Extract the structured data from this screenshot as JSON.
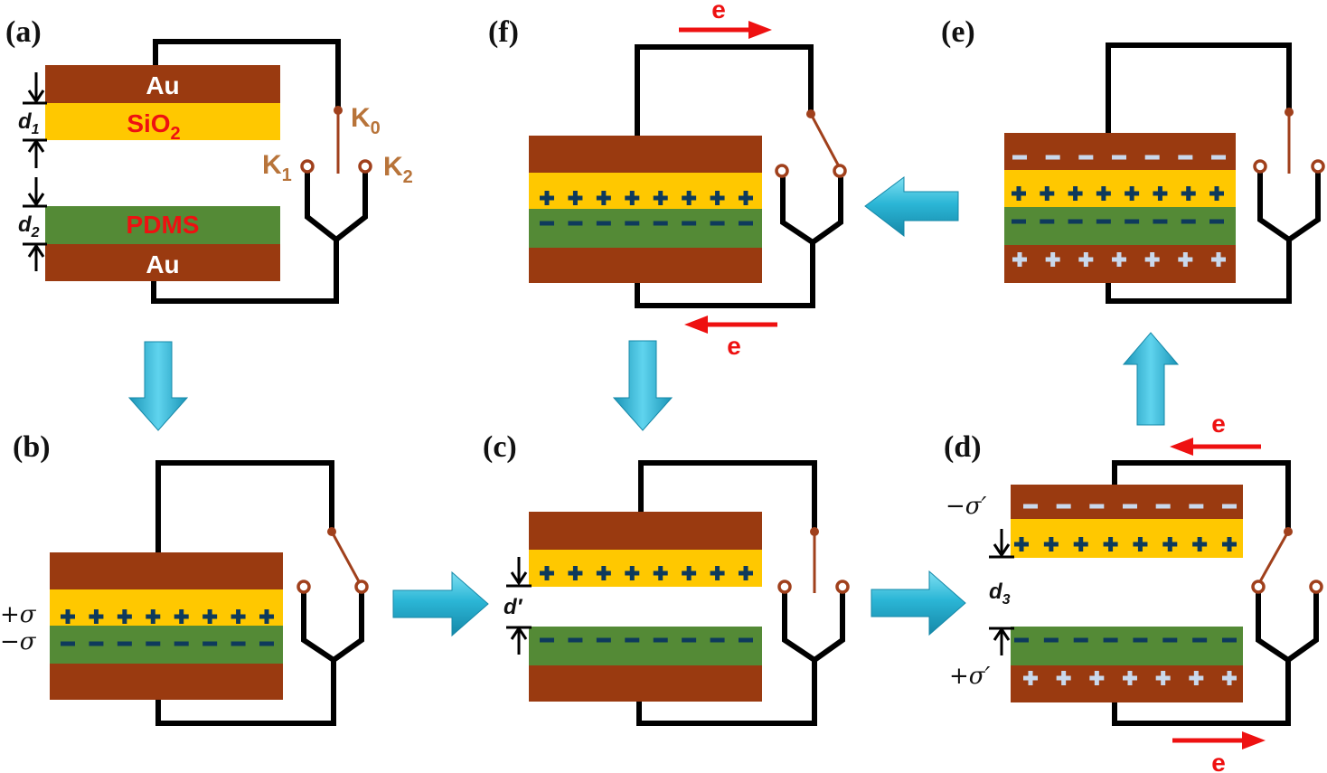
{
  "colors": {
    "gold_electrode": "#9a3a10",
    "sio2": "#ffc800",
    "pdms": "#548a36",
    "charge_dark": "#0e3a5c",
    "charge_light": "#c9d8ec",
    "switch": "#a0401c",
    "electron_arrow": "#ee1111",
    "flow_arrow": "#2bb6d6"
  },
  "panels": {
    "a": {
      "label": "(a)",
      "top_electrode": "Au",
      "top_dielectric": "SiO",
      "top_dielectric_sub": "2",
      "bottom_dielectric": "PDMS",
      "bottom_electrode": "Au",
      "d1": "d",
      "d1_sub": "1",
      "d2": "d",
      "d2_sub": "2",
      "k0": "K",
      "k0_sub": "0",
      "k1": "K",
      "k1_sub": "1",
      "k2": "K",
      "k2_sub": "2"
    },
    "b": {
      "label": "(b)",
      "plus_sigma": "+σ",
      "minus_sigma": "−σ",
      "switch_position": "K2"
    },
    "c": {
      "label": "(c)",
      "gap": "d′",
      "switch_position": "open"
    },
    "d": {
      "label": "(d)",
      "minus_sigma_prime": "−σ′",
      "plus_sigma_prime": "+σ′",
      "gap": "d",
      "gap_sub": "3",
      "switch_position": "K1",
      "electron_top": "e",
      "electron_bottom": "e"
    },
    "e": {
      "label": "(e)",
      "switch_position": "open"
    },
    "f": {
      "label": "(f)",
      "switch_position": "K2",
      "electron_top": "e",
      "electron_bottom": "e"
    }
  },
  "charges": {
    "plus": "+",
    "minus": "−",
    "dielectric_count": 8,
    "electrode_count": 7
  },
  "flow": [
    "a→b",
    "b→c",
    "c→d",
    "d→e",
    "e→f",
    "f→c"
  ]
}
